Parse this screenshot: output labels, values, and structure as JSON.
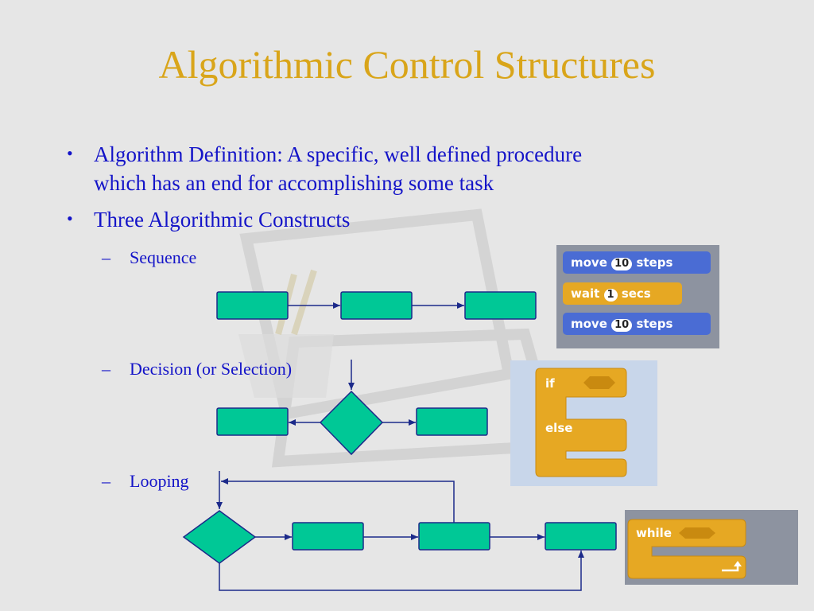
{
  "slide": {
    "title": "Algorithmic Control Structures",
    "bullets": [
      {
        "text_line1": "Algorithm Definition:  A specific, well defined procedure",
        "text_line2": "which has an end for accomplishing some task"
      },
      {
        "text": "Three Algorithmic Constructs"
      }
    ],
    "sub_items": [
      "Sequence",
      "Decision (or Selection)",
      "Looping"
    ]
  },
  "scratch": {
    "sequence": [
      {
        "verb": "move",
        "value": "10",
        "unit": "steps"
      },
      {
        "verb": "wait",
        "value": "1",
        "unit": "secs"
      },
      {
        "verb": "move",
        "value": "10",
        "unit": "steps"
      }
    ],
    "decision": {
      "if_label": "if",
      "else_label": "else"
    },
    "loop": {
      "while_label": "while"
    }
  },
  "colors": {
    "title": "#d9a51a",
    "text": "#1414c8",
    "box_fill": "#00c896",
    "box_stroke": "#1c2a8a",
    "arrow": "#1c2a8a",
    "motion_block": "#4a6cd4",
    "control_block": "#e6a823"
  }
}
